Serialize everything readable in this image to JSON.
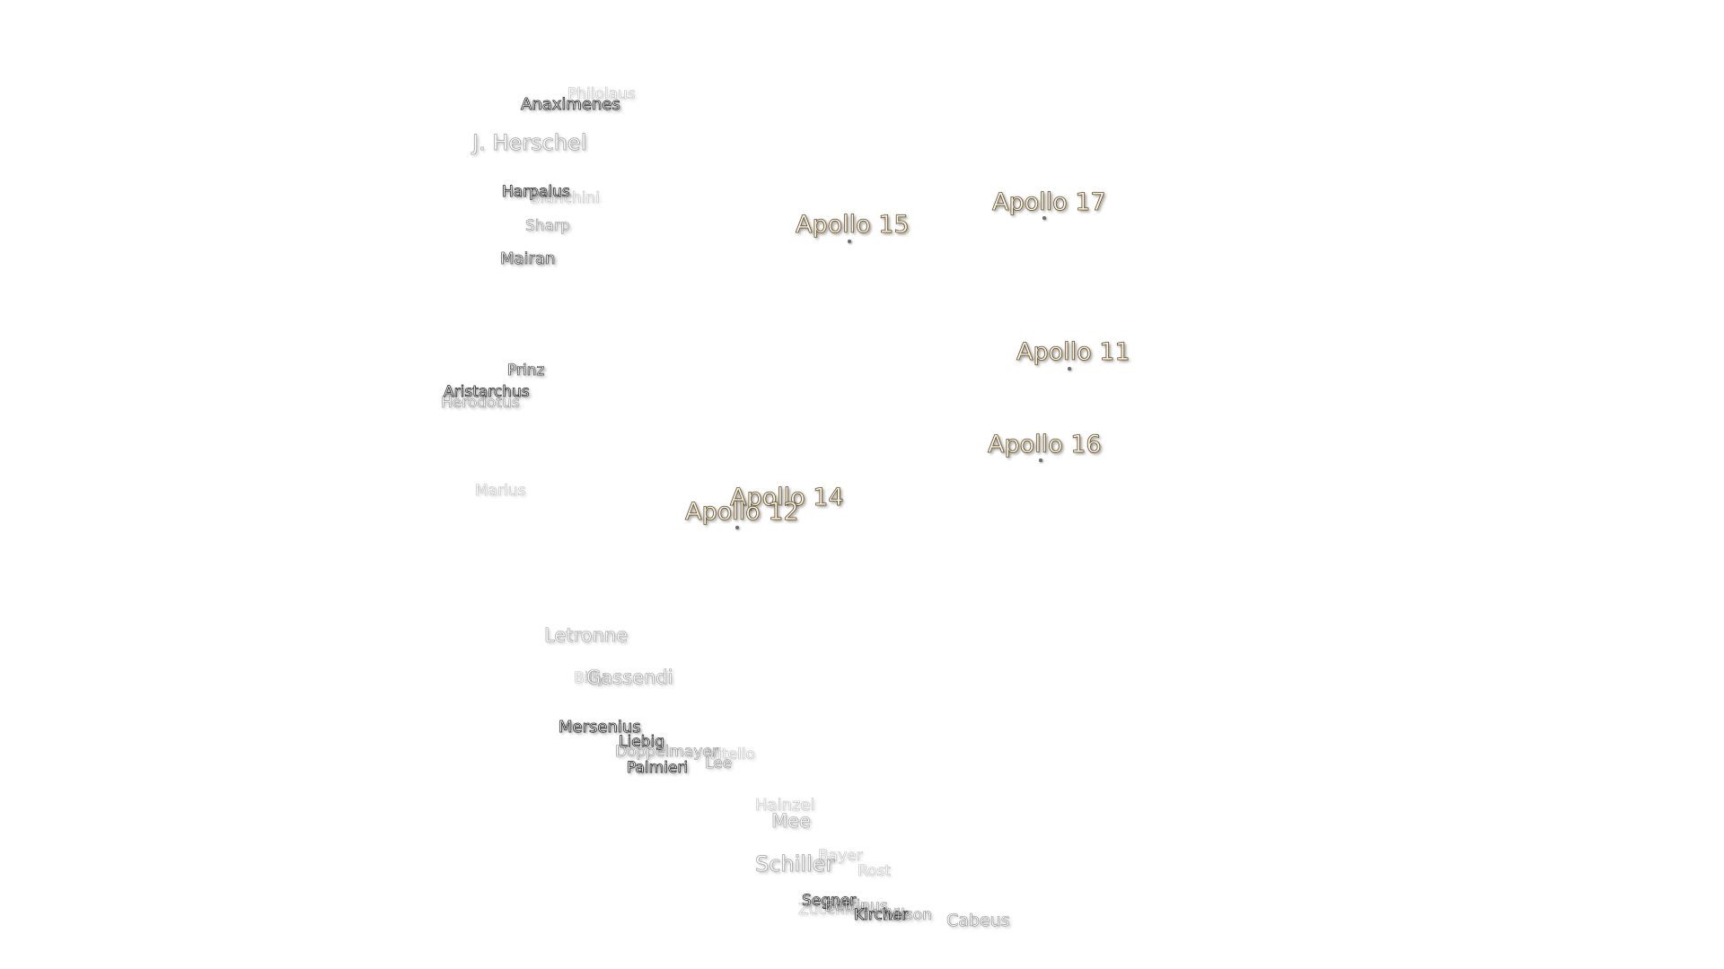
{
  "craters": [
    {
      "name": "Philolaus"
    },
    {
      "name": "Anaximenes"
    },
    {
      "name": "J. Herschel"
    },
    {
      "name": "Harpalus"
    },
    {
      "name": "Bianchini"
    },
    {
      "name": "Sharp"
    },
    {
      "name": "Mairan"
    },
    {
      "name": "Prinz"
    },
    {
      "name": "Aristarchus"
    },
    {
      "name": "Herodotus"
    },
    {
      "name": "Marius"
    },
    {
      "name": "Letronne"
    },
    {
      "name": "Billy"
    },
    {
      "name": "Gassendi"
    },
    {
      "name": "Mersenius"
    },
    {
      "name": "Liebig"
    },
    {
      "name": "Doppelmayer"
    },
    {
      "name": "Vitello"
    },
    {
      "name": "Lee"
    },
    {
      "name": "Palmieri"
    },
    {
      "name": "Hainzel"
    },
    {
      "name": "Mee"
    },
    {
      "name": "Bayer"
    },
    {
      "name": "Schiller"
    },
    {
      "name": "Rost"
    },
    {
      "name": "Segner"
    },
    {
      "name": "Zucchius"
    },
    {
      "name": "Bettinus"
    },
    {
      "name": "Kircher"
    },
    {
      "name": "Wilson"
    },
    {
      "name": "Cabeus"
    }
  ],
  "landing_sites": [
    {
      "name": "Apollo 15"
    },
    {
      "name": "Apollo 17"
    },
    {
      "name": "Apollo 11"
    },
    {
      "name": "Apollo 16"
    },
    {
      "name": "Apollo 14"
    },
    {
      "name": "Apollo 12"
    }
  ]
}
